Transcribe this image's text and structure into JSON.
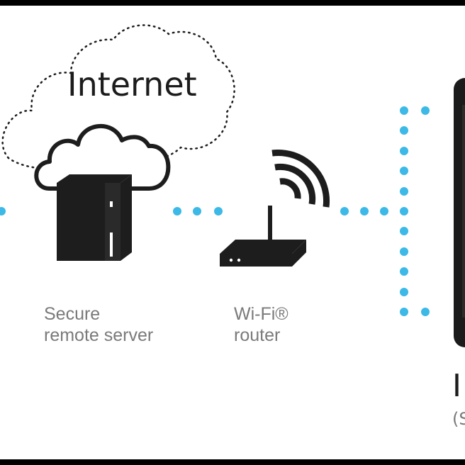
{
  "diagram": {
    "cloud_label": "Internet",
    "server_label_line1": "Secure",
    "server_label_line2": "remote server",
    "router_label_line1": "Wi-Fi®",
    "router_label_line2": "router",
    "device_label_partial": "I",
    "device_sublabel_partial": "(S"
  },
  "colors": {
    "dot": "#3cb9e6",
    "icon": "#1d1d1d",
    "label": "#7a7a7a",
    "frame": "#000000",
    "background": "#ffffff"
  },
  "icons": {
    "cloud": "cloud-icon",
    "server": "server-icon",
    "router": "wifi-router-icon",
    "wifi_signal": "wifi-signal-icon",
    "phone": "smartphone-icon"
  }
}
